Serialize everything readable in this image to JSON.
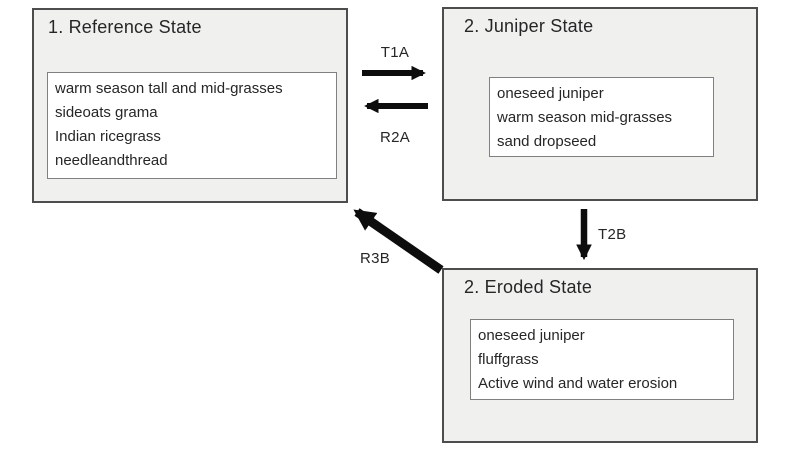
{
  "diagram": {
    "colors": {
      "background": "#ffffff",
      "state_fill": "#f0f0ef",
      "state_border": "#4d4d4d",
      "list_fill": "#ffffff",
      "list_border": "#808080",
      "text": "#262626",
      "arrow": "#0d0d0d"
    },
    "states": [
      {
        "title": "1. Reference State",
        "species": [
          "warm season tall and mid-grasses",
          "sideoats grama",
          "Indian ricegrass",
          "needleandthread"
        ]
      },
      {
        "title": "2. Juniper State",
        "species": [
          "oneseed juniper",
          "warm season mid-grasses",
          "sand dropseed"
        ]
      },
      {
        "title": "2. Eroded State",
        "species": [
          "oneseed juniper",
          "fluffgrass",
          "Active wind and water erosion"
        ]
      }
    ],
    "transitions": [
      {
        "label": "T1A",
        "from": "1. Reference State",
        "to": "2. Juniper State",
        "direction": "right"
      },
      {
        "label": "R2A",
        "from": "2. Juniper State",
        "to": "1. Reference State",
        "direction": "left"
      },
      {
        "label": "T2B",
        "from": "2. Juniper State",
        "to": "2. Eroded State",
        "direction": "down"
      },
      {
        "label": "R3B",
        "from": "2. Eroded State",
        "to": "1. Reference State",
        "direction": "up-left"
      }
    ]
  }
}
